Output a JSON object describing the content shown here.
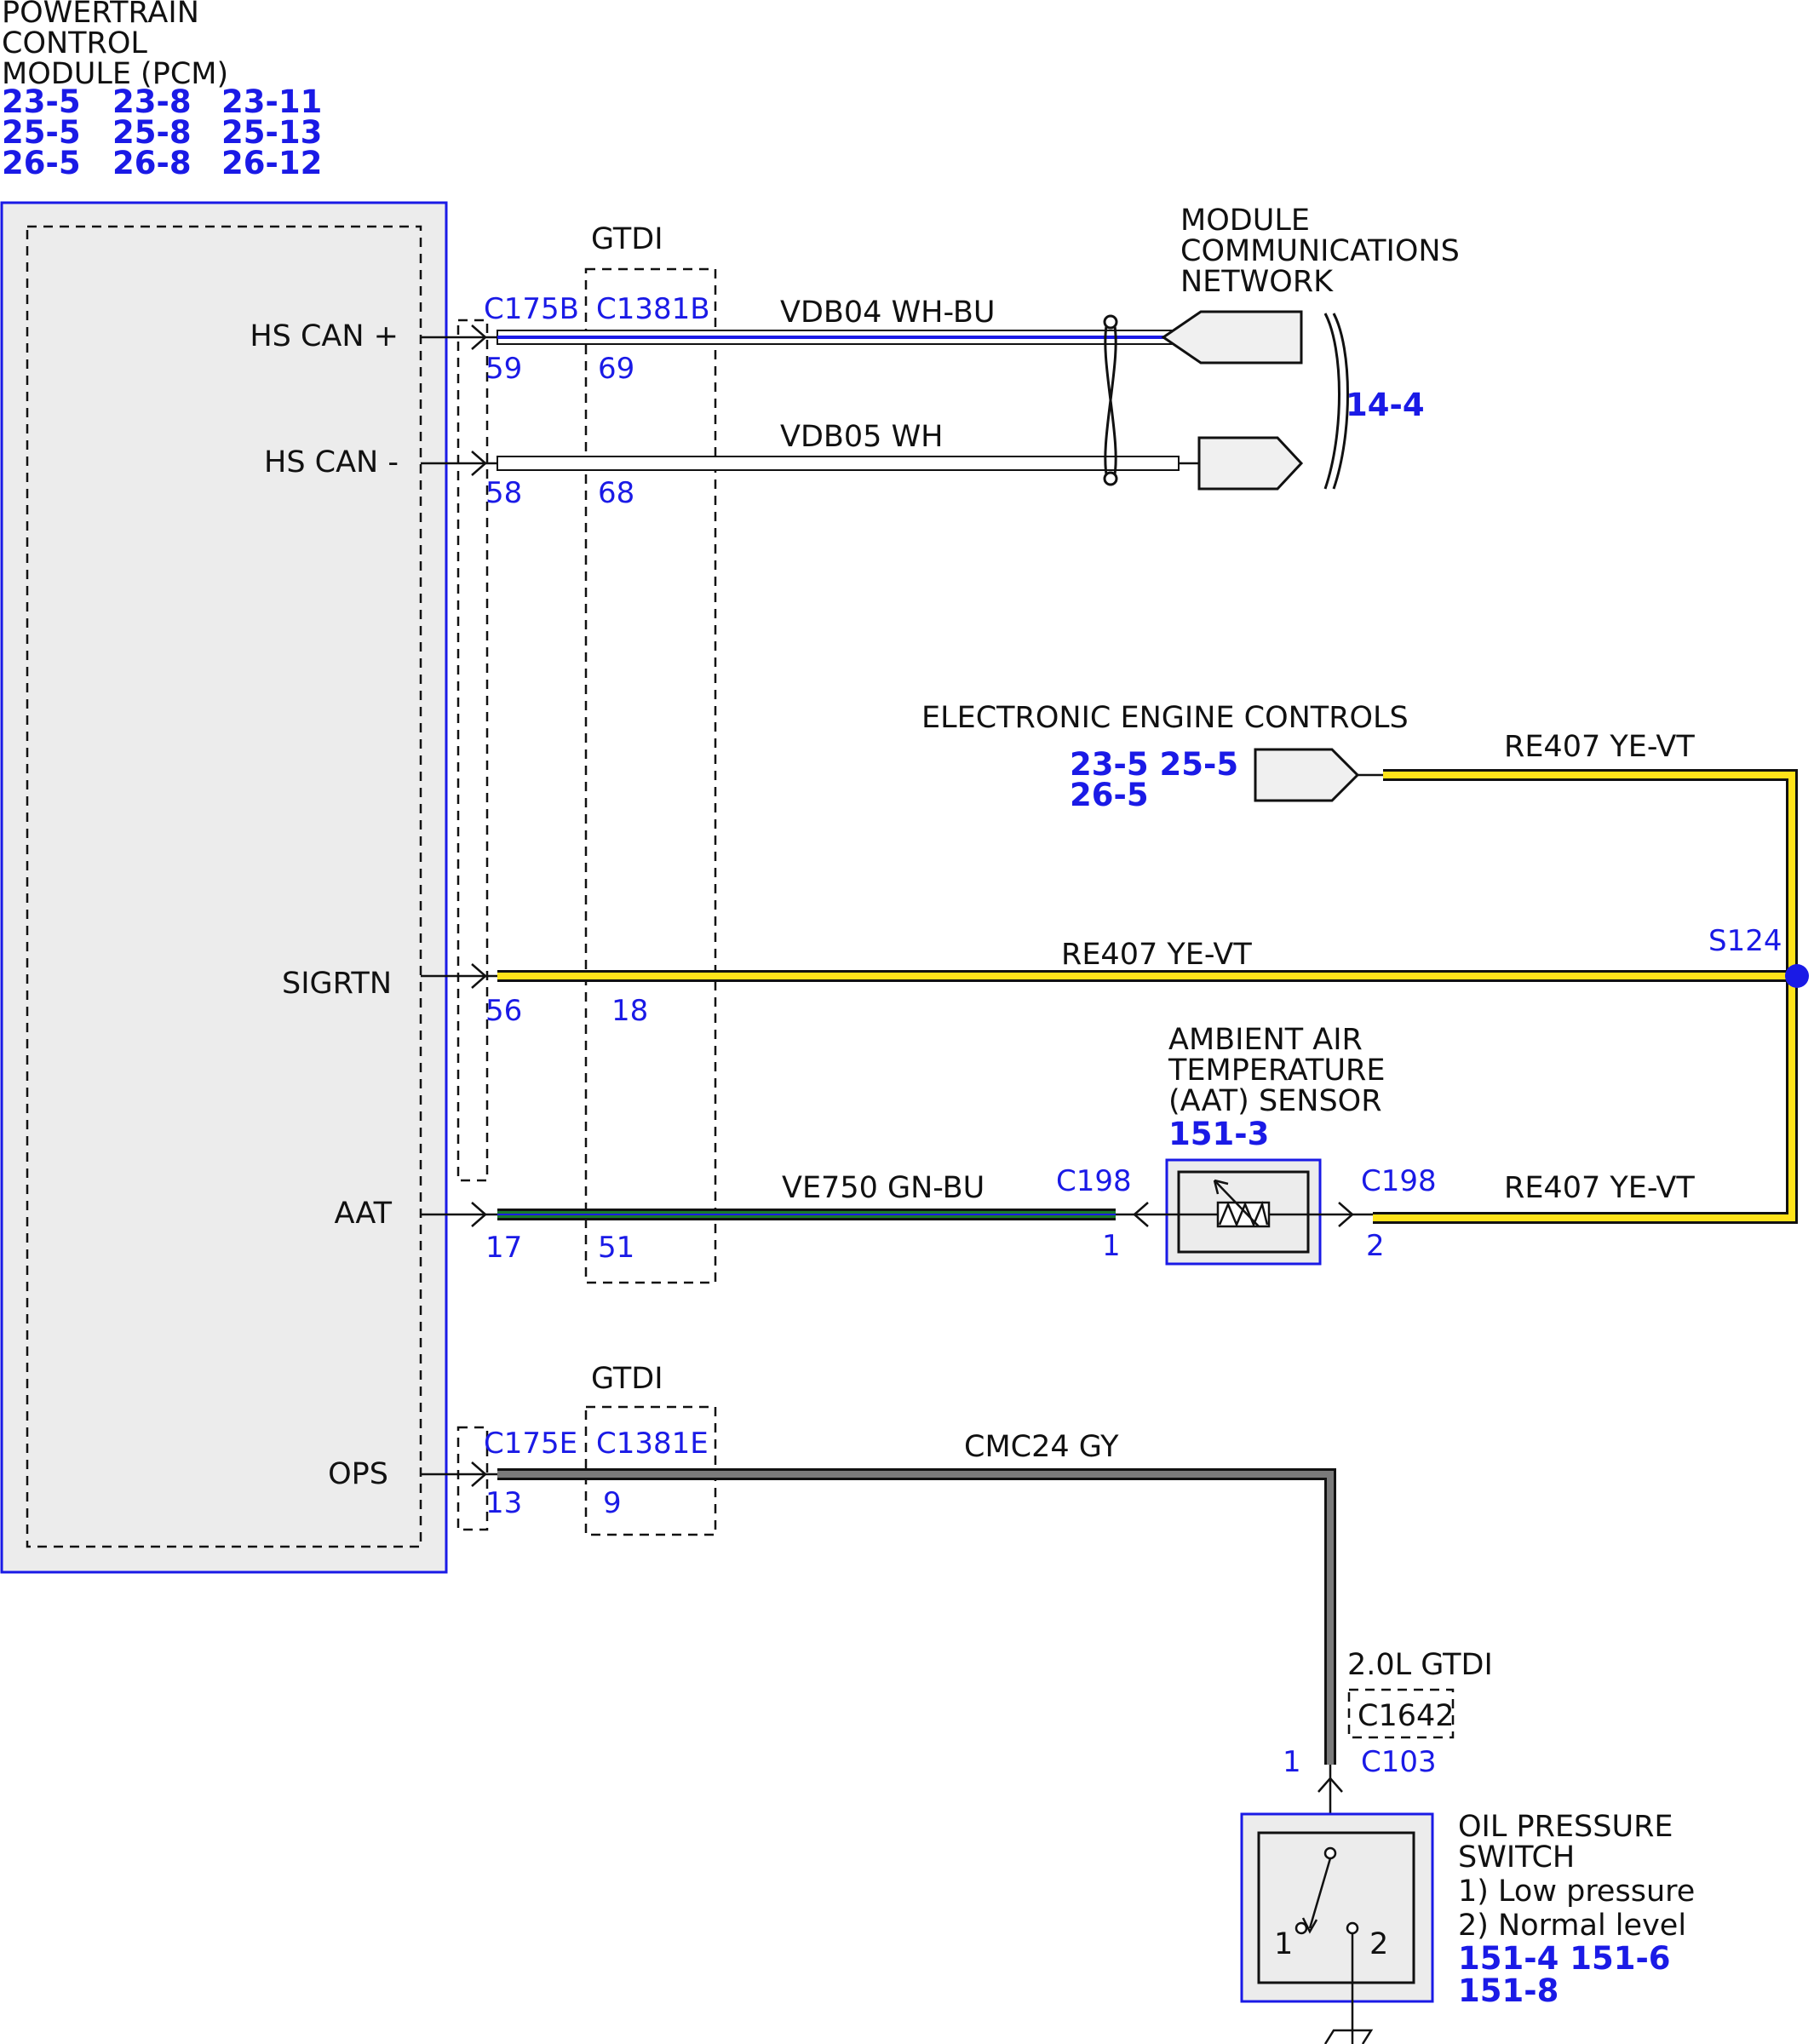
{
  "pcm": {
    "title_lines": [
      "POWERTRAIN",
      "CONTROL",
      "MODULE (PCM)"
    ],
    "refs": [
      [
        "23-5",
        "23-8",
        "23-11"
      ],
      [
        "25-5",
        "25-8",
        "25-13"
      ],
      [
        "26-5",
        "26-8",
        "26-12"
      ]
    ],
    "pins": {
      "hs_can_plus": "HS CAN +",
      "hs_can_minus": "HS CAN -",
      "sigrtn": "SIGRTN",
      "aat": "AAT",
      "ops": "OPS"
    }
  },
  "inline_connector_upper": {
    "label": "GTDI",
    "pcm_connector": "C175B",
    "inline_connector": "C1381B",
    "pins": [
      {
        "pcm": "59",
        "inline": "69"
      },
      {
        "pcm": "58",
        "inline": "68"
      },
      {
        "pcm": "56",
        "inline": "18"
      },
      {
        "pcm": "17",
        "inline": "51"
      }
    ]
  },
  "inline_connector_lower": {
    "label": "GTDI",
    "pcm_connector": "C175E",
    "inline_connector": "C1381E",
    "pcm_pin": "13",
    "inline_pin": "9"
  },
  "wires": {
    "vdb04": "VDB04  WH-BU",
    "vdb05": "VDB05  WH",
    "re407_top": "RE407  YE-VT",
    "re407_mid": "RE407  YE-VT",
    "re407_aat": "RE407  YE-VT",
    "ve750": "VE750  GN-BU",
    "cmc24": "CMC24 GY"
  },
  "network": {
    "title_lines": [
      "MODULE",
      "COMMUNICATIONS",
      "NETWORK"
    ],
    "ref": "14-4"
  },
  "eec": {
    "title": "ELECTRONIC ENGINE CONTROLS",
    "refs_line1": "23-5  25-5",
    "refs_line2": "26-5"
  },
  "splice": {
    "label": "S124"
  },
  "aat_sensor": {
    "title_lines": [
      "AMBIENT AIR",
      "TEMPERATURE",
      "(AAT) SENSOR"
    ],
    "ref": "151-3",
    "connector_left": "C198",
    "connector_right": "C198",
    "pin_left": "1",
    "pin_right": "2"
  },
  "oil_pressure": {
    "variant": "2.0L GTDI",
    "inline_connector": "C1642",
    "connector": "C103",
    "pin": "1",
    "title_lines": [
      "OIL PRESSURE",
      "SWITCH"
    ],
    "notes": [
      "1) Low pressure",
      "2) Normal level"
    ],
    "refs_line1": "151-4  151-6",
    "refs_line2": "151-8",
    "switch_pin_1": "1",
    "switch_pin_2": "2"
  },
  "colors": {
    "reference_blue": "#1a1ae6",
    "wire_yellow": "#ffe31a",
    "wire_green": "#1a7a2e",
    "wire_blue": "#1a1ae6",
    "wire_gray": "#7a7a7a",
    "box_fill": "#ececec"
  }
}
